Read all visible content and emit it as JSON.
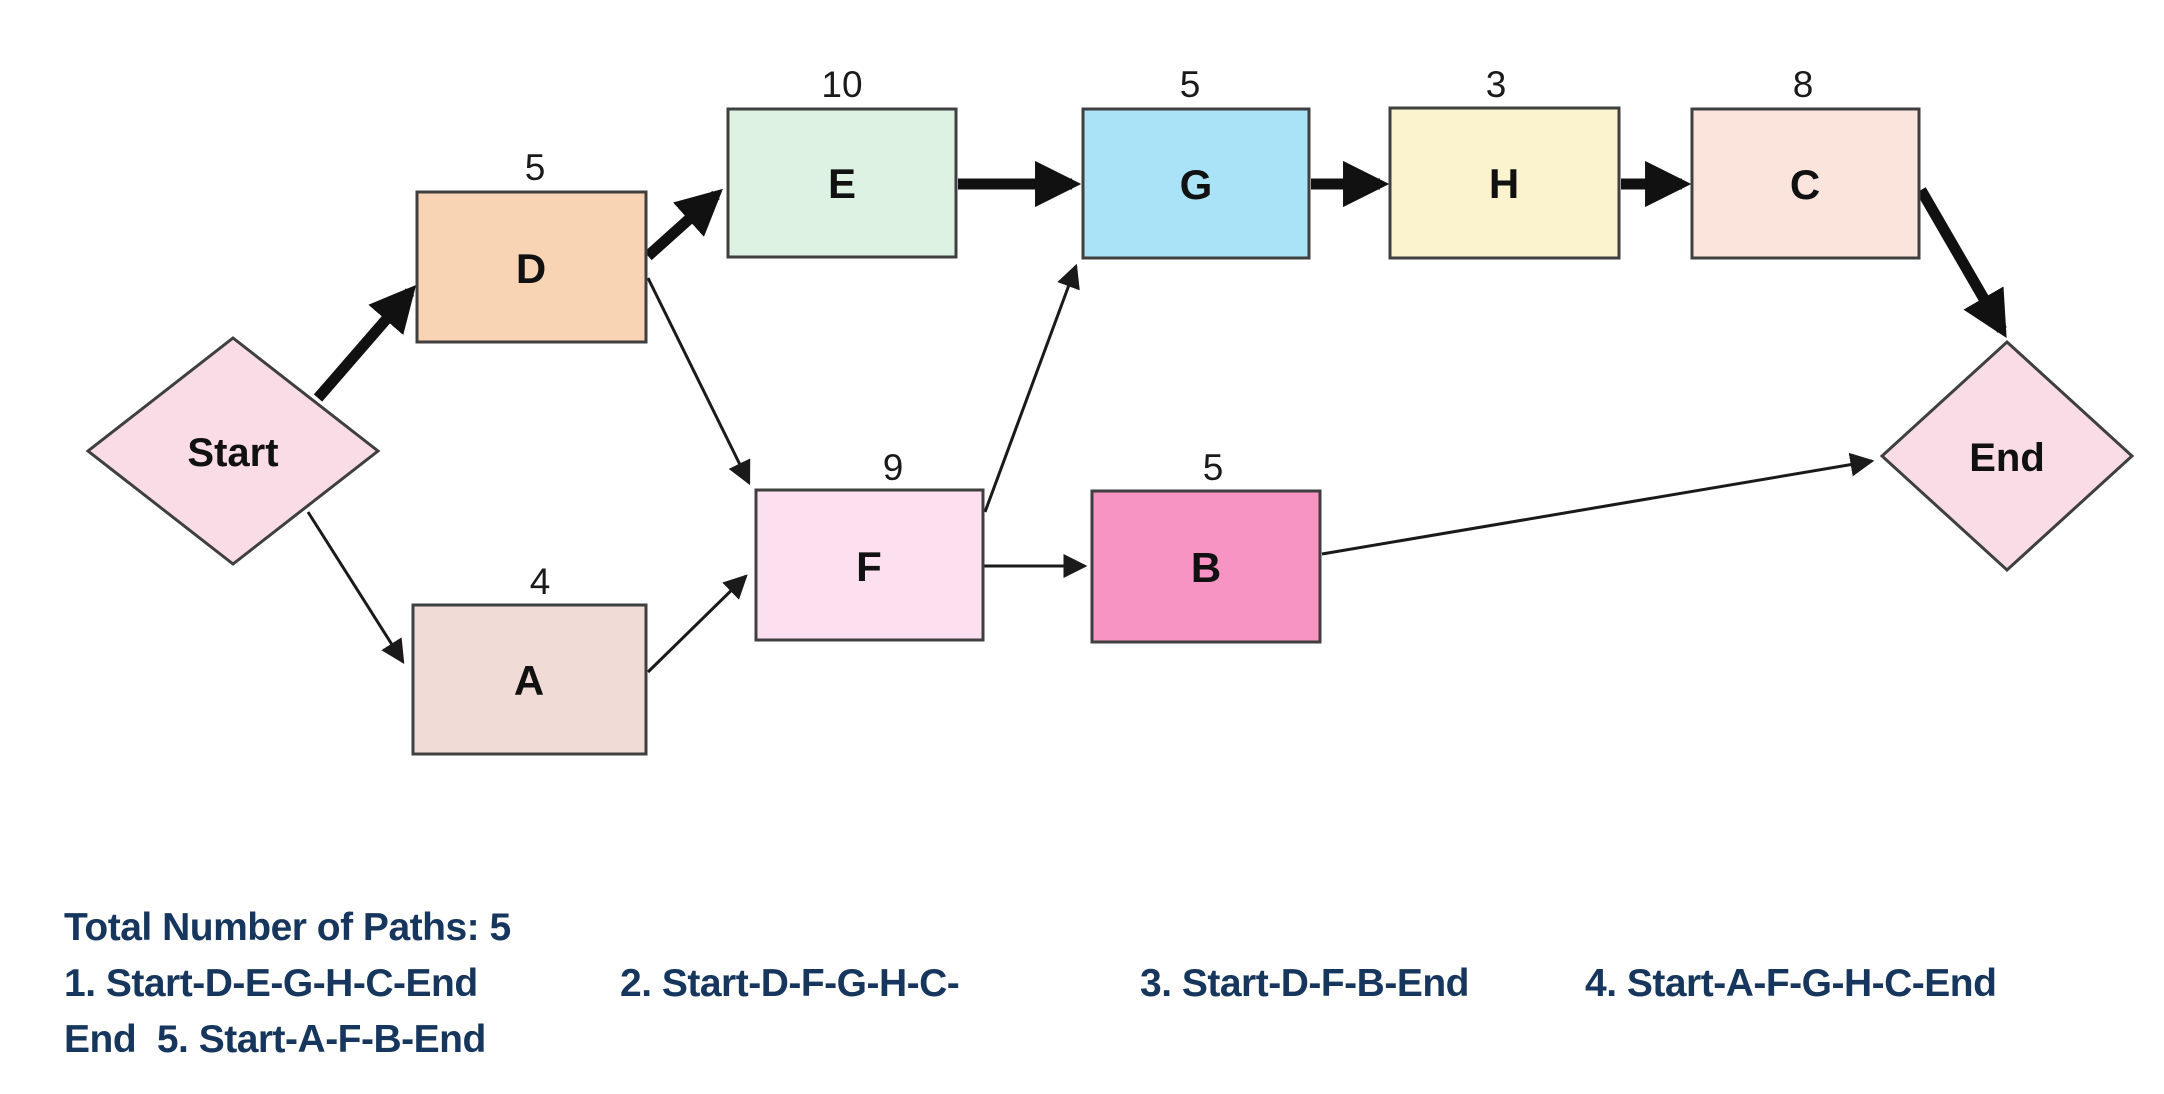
{
  "colors": {
    "background": "#ffffff",
    "node_border": "#3f3f3f",
    "arrow": "#1a1a1a",
    "footer_text": "#17365d",
    "start": "#fadce6",
    "end": "#fadce6",
    "D": "#f8d3b4",
    "E": "#def2e4",
    "G": "#aae3f7",
    "H": "#faf3ce",
    "C": "#fbe4dc",
    "A": "#f1dbd6",
    "F": "#fce0ef",
    "B": "#f794c3"
  },
  "nodes": {
    "start": {
      "label": "Start",
      "shape": "diamond"
    },
    "end": {
      "label": "End",
      "shape": "diamond"
    },
    "D": {
      "label": "D",
      "weight": "5"
    },
    "E": {
      "label": "E",
      "weight": "10"
    },
    "G": {
      "label": "G",
      "weight": "5"
    },
    "H": {
      "label": "H",
      "weight": "3"
    },
    "C": {
      "label": "C",
      "weight": "8"
    },
    "A": {
      "label": "A",
      "weight": "4"
    },
    "F": {
      "label": "F",
      "weight": "9"
    },
    "B": {
      "label": "B",
      "weight": "5"
    }
  },
  "edges": [
    {
      "from": "Start",
      "to": "D",
      "emphasis": "thick"
    },
    {
      "from": "Start",
      "to": "A",
      "emphasis": "thin"
    },
    {
      "from": "D",
      "to": "E",
      "emphasis": "thick"
    },
    {
      "from": "D",
      "to": "F",
      "emphasis": "thin"
    },
    {
      "from": "E",
      "to": "G",
      "emphasis": "thick"
    },
    {
      "from": "G",
      "to": "H",
      "emphasis": "thick"
    },
    {
      "from": "H",
      "to": "C",
      "emphasis": "thick"
    },
    {
      "from": "C",
      "to": "End",
      "emphasis": "thick"
    },
    {
      "from": "A",
      "to": "F",
      "emphasis": "thin"
    },
    {
      "from": "F",
      "to": "G",
      "emphasis": "thin"
    },
    {
      "from": "F",
      "to": "B",
      "emphasis": "thin"
    },
    {
      "from": "B",
      "to": "End",
      "emphasis": "thin"
    }
  ],
  "footer": {
    "total": "Total Number of Paths: 5",
    "path1": "1. Start-D-E-G-H-C-End",
    "path2": "2. Start-D-F-G-H-C-",
    "path3": "3. Start-D-F-B-End",
    "path4": "4. Start-A-F-G-H-C-End",
    "line3": "End  5. Start-A-F-B-End"
  }
}
